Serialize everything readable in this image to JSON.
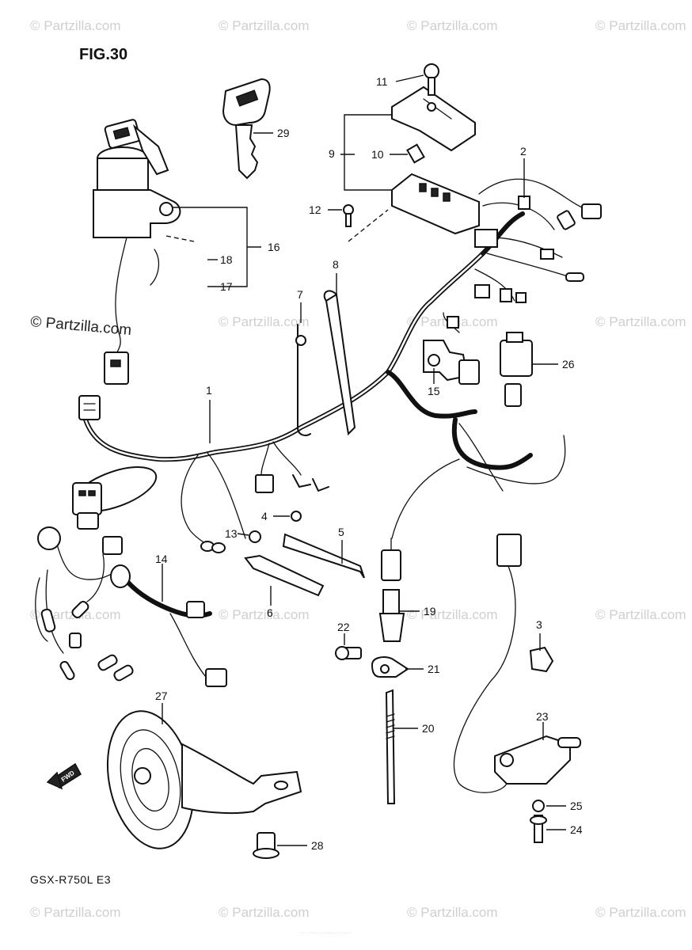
{
  "figure": {
    "title": "FIG.30",
    "model_code": "GSX-R750L  E3",
    "watermark": "© Partzilla.com",
    "direction_label": "FWD"
  },
  "callouts": [
    "1",
    "2",
    "3",
    "4",
    "5",
    "6",
    "7",
    "8",
    "9",
    "10",
    "11",
    "12",
    "13",
    "14",
    "15",
    "16",
    "17",
    "18",
    "19",
    "20",
    "21",
    "22",
    "23",
    "24",
    "25",
    "26",
    "27",
    "28",
    "29"
  ]
}
